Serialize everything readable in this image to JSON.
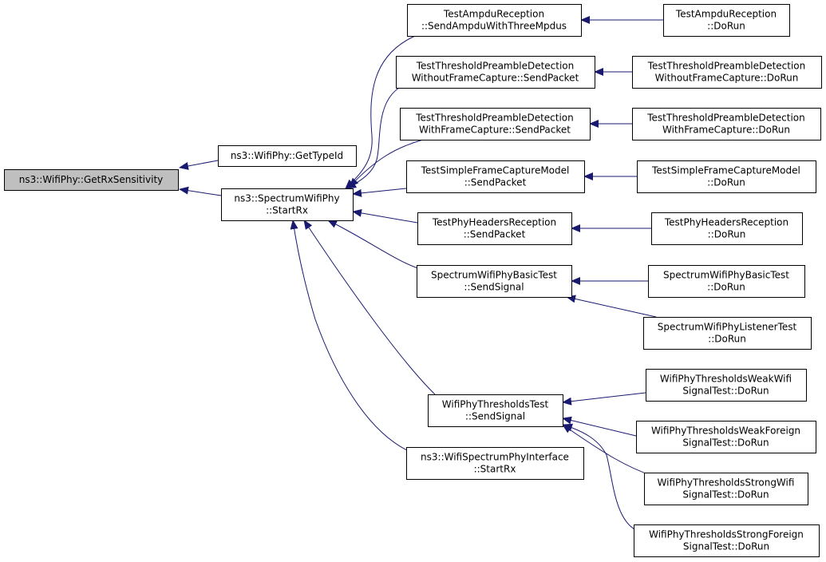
{
  "nodes": [
    {
      "id": "root",
      "lines": [
        "ns3::WifiPhy::GetRxSensitivity"
      ],
      "root": true
    },
    {
      "id": "gettypeid",
      "lines": [
        "ns3::WifiPhy::GetTypeId"
      ]
    },
    {
      "id": "startrx",
      "lines": [
        "ns3::SpectrumWifiPhy",
        "::StartRx"
      ]
    },
    {
      "id": "ampdu_send",
      "lines": [
        "TestAmpduReception",
        "::SendAmpduWithThreeMpdus"
      ]
    },
    {
      "id": "tpd_wo_send",
      "lines": [
        "TestThresholdPreambleDetection",
        "WithoutFrameCapture::SendPacket"
      ]
    },
    {
      "id": "tpd_w_send",
      "lines": [
        "TestThresholdPreambleDetection",
        "WithFrameCapture::SendPacket"
      ]
    },
    {
      "id": "sfc_send",
      "lines": [
        "TestSimpleFrameCaptureModel",
        "::SendPacket"
      ]
    },
    {
      "id": "phr_send",
      "lines": [
        "TestPhyHeadersReception",
        "::SendPacket"
      ]
    },
    {
      "id": "swpb_send",
      "lines": [
        "SpectrumWifiPhyBasicTest",
        "::SendSignal"
      ]
    },
    {
      "id": "wpt_send",
      "lines": [
        "WifiPhyThresholdsTest",
        "::SendSignal"
      ]
    },
    {
      "id": "wspi_startrx",
      "lines": [
        "ns3::WifiSpectrumPhyInterface",
        "::StartRx"
      ]
    },
    {
      "id": "ampdu_run",
      "lines": [
        "TestAmpduReception",
        "::DoRun"
      ]
    },
    {
      "id": "tpd_wo_run",
      "lines": [
        "TestThresholdPreambleDetection",
        "WithoutFrameCapture::DoRun"
      ]
    },
    {
      "id": "tpd_w_run",
      "lines": [
        "TestThresholdPreambleDetection",
        "WithFrameCapture::DoRun"
      ]
    },
    {
      "id": "sfc_run",
      "lines": [
        "TestSimpleFrameCaptureModel",
        "::DoRun"
      ]
    },
    {
      "id": "phr_run",
      "lines": [
        "TestPhyHeadersReception",
        "::DoRun"
      ]
    },
    {
      "id": "swpb_run",
      "lines": [
        "SpectrumWifiPhyBasicTest",
        "::DoRun"
      ]
    },
    {
      "id": "swpl_run",
      "lines": [
        "SpectrumWifiPhyListenerTest",
        "::DoRun"
      ]
    },
    {
      "id": "wpt_weakwifi",
      "lines": [
        "WifiPhyThresholdsWeakWifi",
        "SignalTest::DoRun"
      ]
    },
    {
      "id": "wpt_weakforeign",
      "lines": [
        "WifiPhyThresholdsWeakForeign",
        "SignalTest::DoRun"
      ]
    },
    {
      "id": "wpt_strongwifi",
      "lines": [
        "WifiPhyThresholdsStrongWifi",
        "SignalTest::DoRun"
      ]
    },
    {
      "id": "wpt_strongforeign",
      "lines": [
        "WifiPhyThresholdsStrongForeign",
        "SignalTest::DoRun"
      ]
    }
  ],
  "edges": [
    {
      "from": "gettypeid",
      "to": "root"
    },
    {
      "from": "startrx",
      "to": "root"
    },
    {
      "from": "ampdu_send",
      "to": "startrx"
    },
    {
      "from": "tpd_wo_send",
      "to": "startrx"
    },
    {
      "from": "tpd_w_send",
      "to": "startrx"
    },
    {
      "from": "sfc_send",
      "to": "startrx"
    },
    {
      "from": "phr_send",
      "to": "startrx"
    },
    {
      "from": "swpb_send",
      "to": "startrx"
    },
    {
      "from": "wpt_send",
      "to": "startrx"
    },
    {
      "from": "wspi_startrx",
      "to": "startrx"
    },
    {
      "from": "ampdu_run",
      "to": "ampdu_send"
    },
    {
      "from": "tpd_wo_run",
      "to": "tpd_wo_send"
    },
    {
      "from": "tpd_w_run",
      "to": "tpd_w_send"
    },
    {
      "from": "sfc_run",
      "to": "sfc_send"
    },
    {
      "from": "phr_run",
      "to": "phr_send"
    },
    {
      "from": "swpb_run",
      "to": "swpb_send"
    },
    {
      "from": "swpl_run",
      "to": "swpb_send"
    },
    {
      "from": "wpt_weakwifi",
      "to": "wpt_send"
    },
    {
      "from": "wpt_weakforeign",
      "to": "wpt_send"
    },
    {
      "from": "wpt_strongwifi",
      "to": "wpt_send"
    },
    {
      "from": "wpt_strongforeign",
      "to": "wpt_send"
    }
  ],
  "colors": {
    "edge": "#191970",
    "root_fill": "#bfbfbf",
    "node_fill": "#ffffff",
    "border": "#000000"
  }
}
